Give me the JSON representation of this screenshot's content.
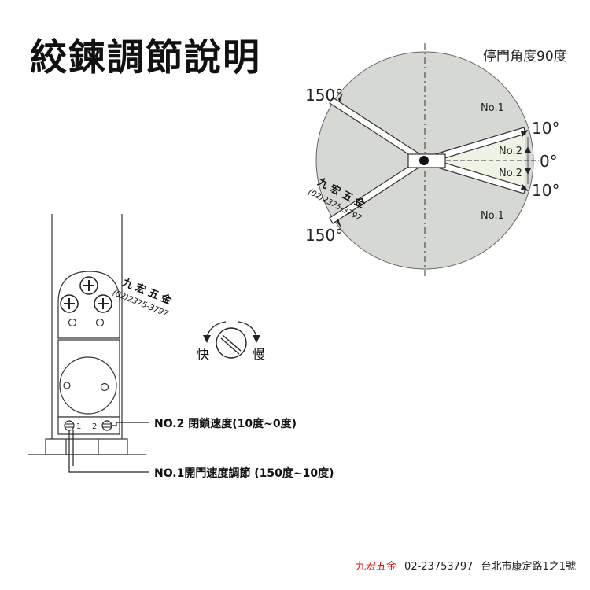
{
  "title": "絞鍊調節說明",
  "door_diagram": {
    "stop_angle_label": "停門角度90度",
    "angle_150_top": "150°",
    "angle_150_bottom": "150°",
    "angle_10_top": "10°",
    "angle_10_bottom": "10°",
    "angle_0": "0°",
    "zone_no1_top": "No.1",
    "zone_no1_bottom": "No.1",
    "zone_no2_top": "No.2",
    "zone_no2_bottom": "No.2",
    "stamp_name": "九 宏 五 金",
    "stamp_phone": "(02)2375-3797"
  },
  "closer_diagram": {
    "stamp_name": "九 宏 五 金",
    "stamp_phone": "(02)2375-3797",
    "valve_1": "1",
    "valve_2": "2",
    "fast_label": "快",
    "slow_label": "慢",
    "note_no2": "NO.2 閉鎖速度(10度~0度)",
    "note_no1": "NO.1開門速度調節 (150度~10度)"
  },
  "footer": {
    "brand": "九宏五金",
    "phone": "02-23753797",
    "address": "台北市康定路1之1號"
  },
  "colors": {
    "sweep_fill": "#d6d8d3",
    "line": "#333333",
    "brand_red": "#d21a1a"
  }
}
